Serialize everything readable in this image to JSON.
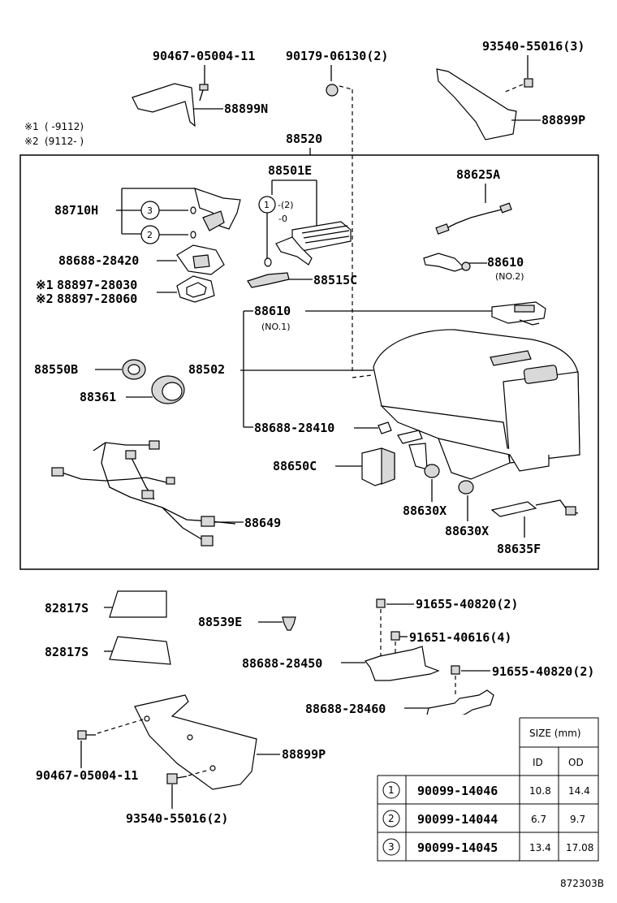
{
  "notes": [
    {
      "mark": "※1",
      "range": "(      -9112)"
    },
    {
      "mark": "※2",
      "range": "(9112-      )"
    }
  ],
  "group_label": "88520",
  "parts": {
    "p_90467_top": "90467-05004-11",
    "p_90179": "90179-06130(2)",
    "p_93540_top": "93540-55016(3)",
    "p_88899N": "88899N",
    "p_88899P_top": "88899P",
    "p_88501E": "88501E",
    "p_88625A": "88625A",
    "p_88710H": "88710H",
    "p_88688_28420": "88688-28420",
    "p_88897_28030": "88897-28030",
    "p_88897_28060": "88897-28060",
    "p_88515C": "88515C",
    "p_88610_a": "88610",
    "p_88610_b": "88610",
    "p_88550B": "88550B",
    "p_88361": "88361",
    "p_88502": "88502",
    "p_88688_28410": "88688-28410",
    "p_88650C": "88650C",
    "p_88630X_a": "88630X",
    "p_88630X_b": "88630X",
    "p_88649": "88649",
    "p_88635F": "88635F",
    "p_82817S_a": "82817S",
    "p_82817S_b": "82817S",
    "p_88539E": "88539E",
    "p_91655_a": "91655-40820(2)",
    "p_91651": "91651-40616(4)",
    "p_91655_b": "91655-40820(2)",
    "p_88688_28450": "88688-28450",
    "p_88688_28460": "88688-28460",
    "p_88899P_bot": "88899P",
    "p_90467_bot": "90467-05004-11",
    "p_93540_bot": "93540-55016(2)"
  },
  "sub_notes": {
    "no2": "(NO.2)",
    "no1": "(NO.1)",
    "mark1": "※1",
    "mark2": "※2",
    "ring1_suffix": "-(2)",
    "ring_marker": "-0"
  },
  "callouts": {
    "c1": "1",
    "c2": "2",
    "c3": "3"
  },
  "size_table": {
    "title": "SIZE (mm)",
    "col_id": "ID",
    "col_od": "OD",
    "rows": [
      {
        "key": "1",
        "part": "90099-14046",
        "id": "10.8",
        "od": "14.4"
      },
      {
        "key": "2",
        "part": "90099-14044",
        "id": "6.7",
        "od": "9.7"
      },
      {
        "key": "3",
        "part": "90099-14045",
        "id": "13.4",
        "od": "17.08"
      }
    ]
  },
  "figure_id": "872303B"
}
